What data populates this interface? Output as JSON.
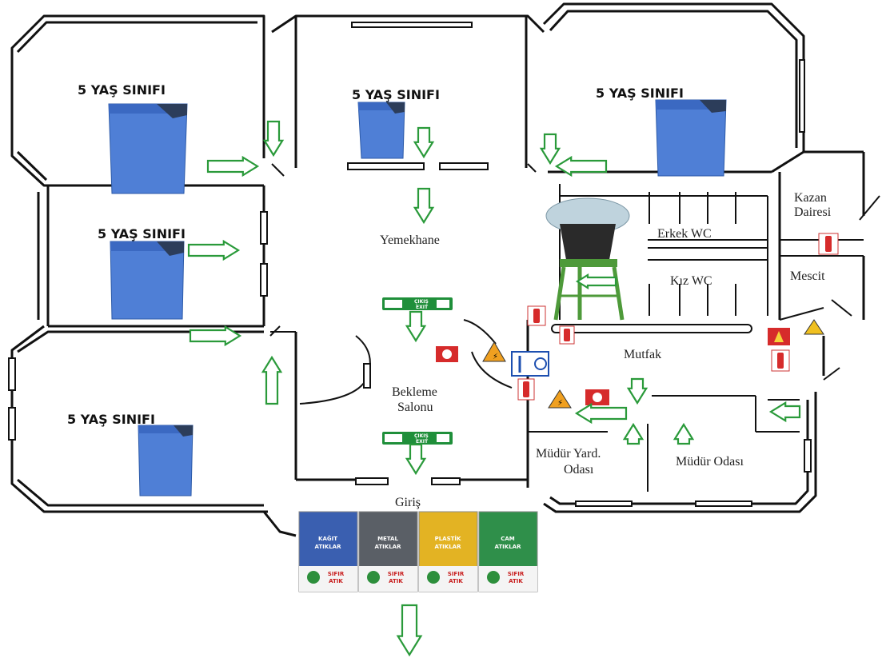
{
  "rooms": {
    "class_top_left": "5 YAŞ SINIFI",
    "class_top_mid": "5 YAŞ SINIFI",
    "class_top_right": "5 YAŞ SINIFI",
    "class_mid_left": "5 YAŞ SINIFI",
    "class_bottom_left": "5 YAŞ SINIFI"
  },
  "labels": {
    "dining": "Yemekhane",
    "waiting_1": "Bekleme",
    "waiting_2": "Salonu",
    "entrance": "Giriş",
    "male_wc": "Erkek WC",
    "female_wc": "Kız WC",
    "boiler_1": "Kazan",
    "boiler_2": "Dairesi",
    "masjid": "Mescit",
    "kitchen": "Mutfak",
    "vice_principal_1": "Müdür Yard.",
    "vice_principal_2": "Odası",
    "principal": "Müdür Odası"
  },
  "exit_sign": {
    "line1": "ÇIKIŞ",
    "line2": "EXIT"
  },
  "recycling": [
    {
      "name": "KAĞIT",
      "sub": "ATIKLAR",
      "color": "#3a5fb0"
    },
    {
      "name": "METAL",
      "sub": "ATIKLAR",
      "color": "#5a5f66"
    },
    {
      "name": "PLASTİK",
      "sub": "ATIKLAR",
      "color": "#e3b323"
    },
    {
      "name": "CAM",
      "sub": "ATIKLAR",
      "color": "#2f8f4a"
    }
  ],
  "recycling_brand": {
    "line1": "SIFIR",
    "line2": "ATIK"
  },
  "colors": {
    "arrow": "#2a9a3a",
    "bin": "#4f7fd6",
    "extinguisher": "#d62b2b",
    "exit": "#1f8f3a",
    "warning": "#f0a020"
  }
}
